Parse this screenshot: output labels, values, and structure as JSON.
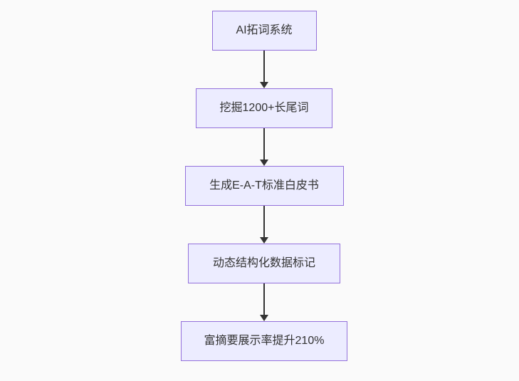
{
  "page": {
    "background_color": "#fafafa"
  },
  "flowchart": {
    "type": "flowchart",
    "direction": "top-down",
    "node_fill_color": "#ECECFF",
    "node_border_color": "#9370DB",
    "text_color": "#333333",
    "arrow_color": "#333333",
    "nodes": [
      {
        "id": "node-1",
        "label": "AI拓词系统"
      },
      {
        "id": "node-2",
        "label": "挖掘1200+长尾词"
      },
      {
        "id": "node-3",
        "label": "生成E-A-T标准白皮书"
      },
      {
        "id": "node-4",
        "label": "动态结构化数据标记"
      },
      {
        "id": "node-5",
        "label": "富摘要展示率提升210%"
      }
    ],
    "edges": [
      {
        "from": "node-1",
        "to": "node-2",
        "style": "arrow-down"
      },
      {
        "from": "node-2",
        "to": "node-3",
        "style": "arrow-down"
      },
      {
        "from": "node-3",
        "to": "node-4",
        "style": "arrow-down"
      },
      {
        "from": "node-4",
        "to": "node-5",
        "style": "arrow-down"
      }
    ]
  }
}
